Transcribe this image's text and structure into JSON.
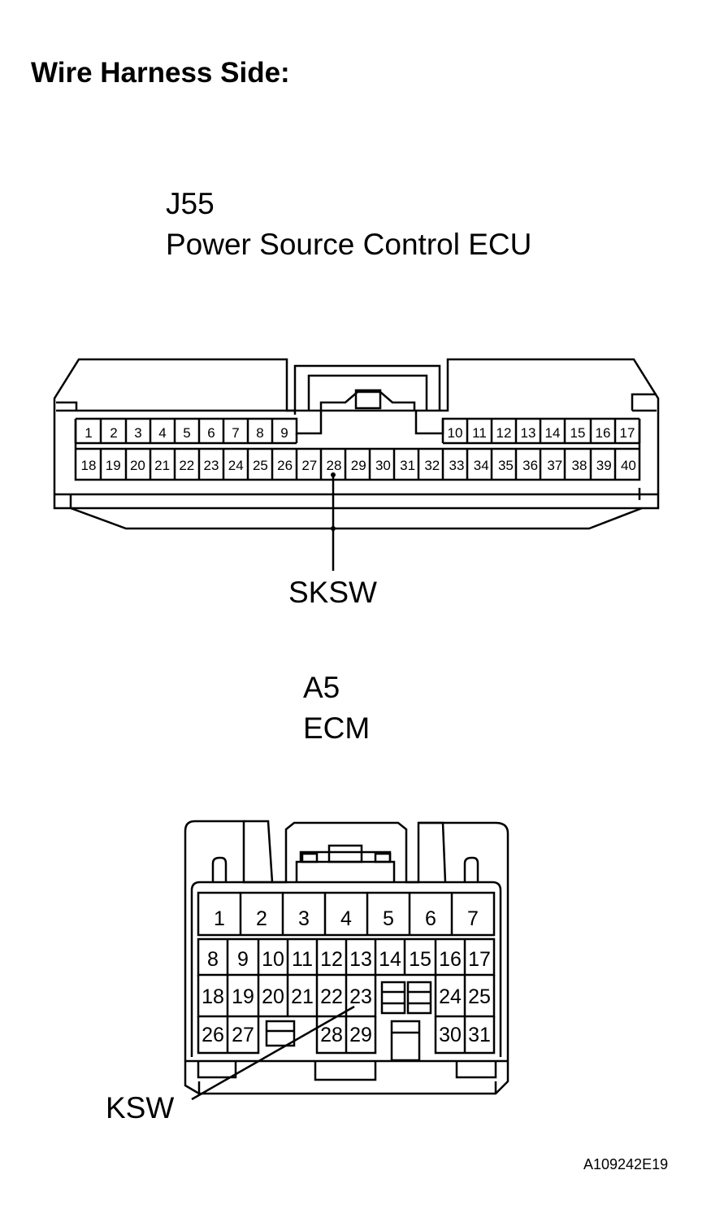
{
  "title": "Wire Harness Side:",
  "connector_j55": {
    "code": "J55",
    "name": "Power Source Control ECU",
    "pins_top": [
      "1",
      "2",
      "3",
      "4",
      "5",
      "6",
      "7",
      "8",
      "9",
      "10",
      "11",
      "12",
      "13",
      "14",
      "15",
      "16",
      "17"
    ],
    "pins_bottom": [
      "18",
      "19",
      "20",
      "21",
      "22",
      "23",
      "24",
      "25",
      "26",
      "27",
      "28",
      "29",
      "30",
      "31",
      "32",
      "33",
      "34",
      "35",
      "36",
      "37",
      "38",
      "39",
      "40"
    ],
    "callout": "SKSW"
  },
  "connector_a5": {
    "code": "A5",
    "name": "ECM",
    "pins_row1": [
      "1",
      "2",
      "3",
      "4",
      "5",
      "6",
      "7"
    ],
    "pins_row2": [
      "8",
      "9",
      "10",
      "11",
      "12",
      "13",
      "14",
      "15",
      "16",
      "17"
    ],
    "pins_row3": [
      "18",
      "19",
      "20",
      "21",
      "22",
      "23",
      "24",
      "25"
    ],
    "pins_row4": [
      "26",
      "27",
      "28",
      "29",
      "30",
      "31"
    ],
    "callout": "KSW"
  },
  "figure_id": "A109242E19",
  "colors": {
    "line": "#000000",
    "background": "#ffffff"
  }
}
